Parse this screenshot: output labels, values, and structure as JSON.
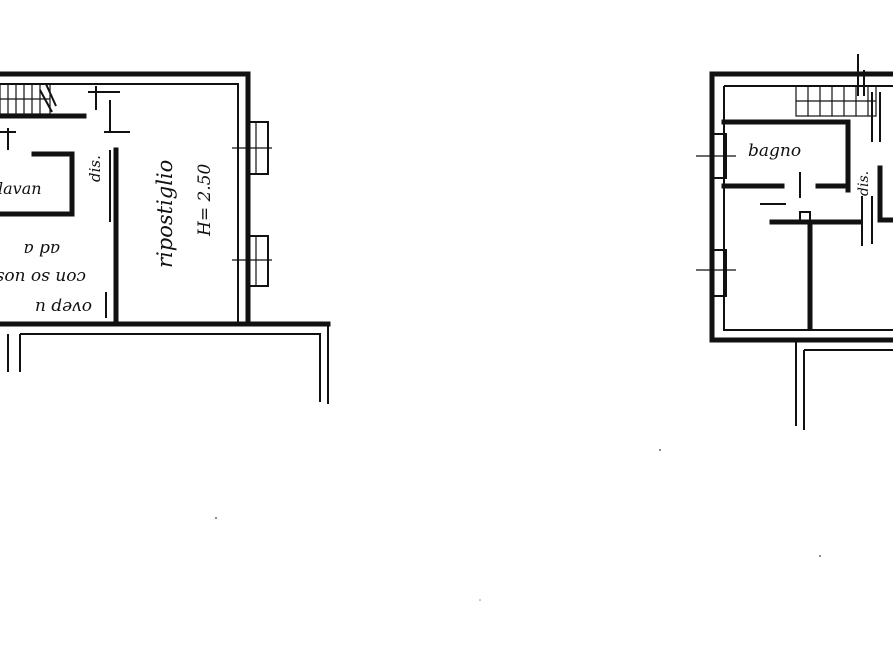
{
  "left_plan": {
    "label_lavanderia": "lavan",
    "label_dis": "dis.",
    "label_ripostiglio": "ripostiglio",
    "label_height": "H= 2.50",
    "note_line_1": "ad a",
    "note_line_2": "con so uos",
    "note_line_3": "ovep u"
  },
  "right_plan": {
    "label_bagno": "bagno",
    "label_dis": "dis."
  }
}
